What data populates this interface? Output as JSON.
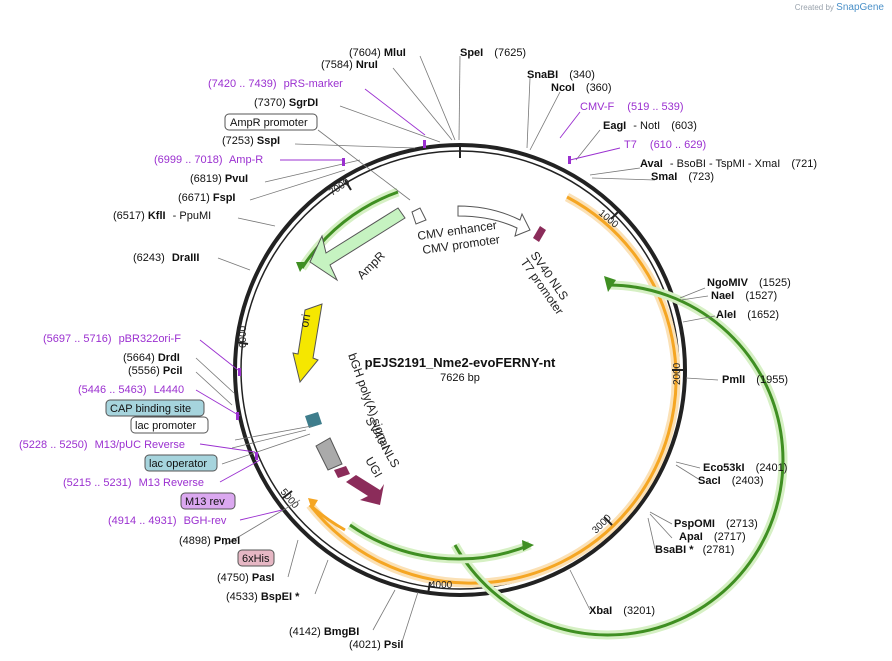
{
  "watermark": {
    "prefix": "Created by",
    "brand": "SnapGene"
  },
  "plasmid": {
    "name": "pEJS2191_Nme2-evoFERNY-nt",
    "size": "7626 bp"
  },
  "ticks": [
    "1000",
    "2000",
    "3000",
    "4000",
    "5000",
    "6000",
    "7000"
  ],
  "sites": [
    {
      "pos": "(7604)",
      "name": "MluI"
    },
    {
      "name": "SpeI",
      "pos": "(7625)"
    },
    {
      "pos": "(7584)",
      "name": "NruI"
    },
    {
      "name": "SnaBI",
      "pos": "(340)"
    },
    {
      "name": "NcoI",
      "pos": "(360)"
    },
    {
      "pos": "(7370)",
      "name": "SgrDI"
    },
    {
      "name": "EagI",
      "extra": "- NotI",
      "pos": "(603)"
    },
    {
      "pos": "(7253)",
      "name": "SspI"
    },
    {
      "name": "AvaI",
      "extra": "- BsoBI   - TspMI   - XmaI",
      "pos": "(721)"
    },
    {
      "name": "SmaI",
      "pos": "(723)"
    },
    {
      "pos": "(6819)",
      "name": "PvuI"
    },
    {
      "pos": "(6671)",
      "name": "FspI"
    },
    {
      "pos": "(6517)",
      "name": "KflI",
      "extra": "- PpuMI"
    },
    {
      "pos": "(6243)",
      "name": "DraIII"
    },
    {
      "name": "NgoMIV",
      "pos": "(1525)"
    },
    {
      "name": "NaeI",
      "pos": "(1527)"
    },
    {
      "name": "AleI",
      "pos": "(1652)"
    },
    {
      "pos": "(5664)",
      "name": "DrdI"
    },
    {
      "pos": "(5556)",
      "name": "PciI"
    },
    {
      "name": "PmlI",
      "pos": "(1955)"
    },
    {
      "name": "Eco53kI",
      "pos": "(2401)"
    },
    {
      "name": "SacI",
      "pos": "(2403)"
    },
    {
      "name": "PspOMI",
      "pos": "(2713)"
    },
    {
      "name": "ApaI",
      "pos": "(2717)"
    },
    {
      "name": "BsaBI *",
      "pos": "(2781)"
    },
    {
      "pos": "(4898)",
      "name": "PmeI"
    },
    {
      "pos": "(4750)",
      "name": "PasI"
    },
    {
      "pos": "(4533)",
      "name": "BspEI *"
    },
    {
      "name": "XbaI",
      "pos": "(3201)"
    },
    {
      "pos": "(4142)",
      "name": "BmgBI"
    },
    {
      "pos": "(4021)",
      "name": "PsiI"
    }
  ],
  "primers": [
    {
      "range": "(7420 .. 7439)",
      "name": "pRS-marker"
    },
    {
      "name": "CMV-F",
      "range": "(519 .. 539)"
    },
    {
      "name": "T7",
      "range": "(610 .. 629)"
    },
    {
      "range": "(6999 .. 7018)",
      "name": "Amp-R"
    },
    {
      "range": "(5697 .. 5716)",
      "name": "pBR322ori-F"
    },
    {
      "range": "(5446 .. 5463)",
      "name": "L4440"
    },
    {
      "range": "(5228 .. 5250)",
      "name": "M13/pUC Reverse"
    },
    {
      "range": "(5215 .. 5231)",
      "name": "M13 Reverse"
    },
    {
      "range": "(4914 .. 4931)",
      "name": "BGH-rev"
    }
  ],
  "boxed": [
    {
      "name": "AmpR promoter",
      "color": "#ffffff"
    },
    {
      "name": "CAP binding site",
      "color": "#a6d4dd"
    },
    {
      "name": "lac promoter",
      "color": "#ffffff"
    },
    {
      "name": "lac operator",
      "color": "#a6d4dd"
    },
    {
      "name": "M13 rev",
      "color": "#dba8f0"
    },
    {
      "name": "6xHis",
      "color": "#e6b7c4"
    }
  ],
  "features": [
    "CMV enhancer",
    "CMV promoter",
    "SV40 NLS",
    "T7 promoter",
    "AmpR",
    "ori",
    "bGH poly(A) signal",
    "SV40 NLS",
    "UGI"
  ],
  "colors": {
    "orange": "#f5a623",
    "green": "#7fc241",
    "ampr": "#c6f3c1",
    "ori": "#f5e700",
    "ugi": "#8b2c5a",
    "primer": "#9b30d0"
  }
}
